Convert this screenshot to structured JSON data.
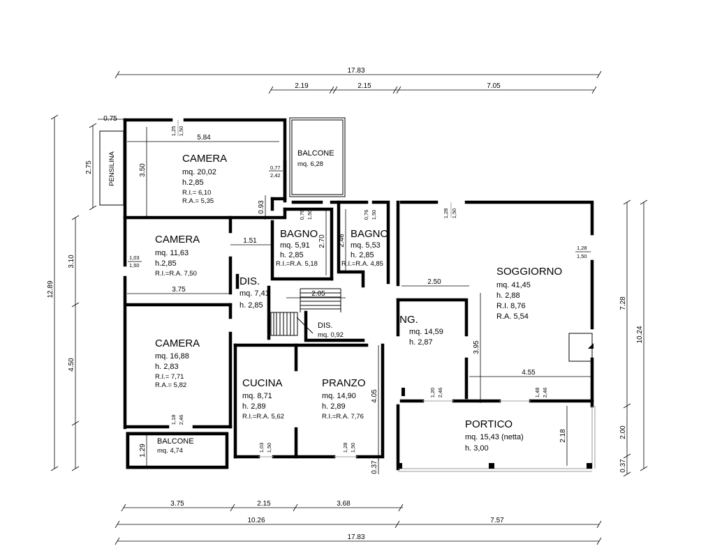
{
  "rooms": {
    "camera1": {
      "name": "CAMERA",
      "area": "mq. 20,02",
      "height": "h.2,85",
      "ri": "R.I.= 6,10",
      "ra": "R.A.= 5,35"
    },
    "camera2": {
      "name": "CAMERA",
      "area": "mq. 11,63",
      "height": "h.2,85",
      "rira": "R.I.=R.A. 7,50"
    },
    "camera3": {
      "name": "CAMERA",
      "area": "mq. 16,88",
      "height": "h. 2,83",
      "ri": "R.I.= 7,71",
      "ra": "R.A.= 5,82"
    },
    "balcone1": {
      "name": "BALCONE",
      "area": "mq. 6,28"
    },
    "balcone2": {
      "name": "BALCONE",
      "area": "mq. 4,74"
    },
    "pensilina": {
      "name": "PENSILINA"
    },
    "bagno1": {
      "name": "BAGNO",
      "area": "mq. 5,91",
      "height": "h. 2,85",
      "rira": "R.I.=R.A. 5,18"
    },
    "bagno2": {
      "name": "BAGNO",
      "area": "mq. 5,53",
      "height": "h. 2,85",
      "rira": "R.I.=R.A. 4,85"
    },
    "dis1": {
      "name": "DIS.",
      "area": "mq. 7,41",
      "height": "h. 2,85"
    },
    "dis2": {
      "name": "DIS.",
      "area": "mq. 0,92"
    },
    "soggiorno": {
      "name": "SOGGIORNO",
      "area": "mq. 41,45",
      "height": "h. 2,88",
      "ri": "R.I. 8,76",
      "ra": "R.A. 5,54"
    },
    "ing": {
      "name": "ING.",
      "area": "mq. 14,59",
      "height": "h. 2,87"
    },
    "cucina": {
      "name": "CUCINA",
      "area": "mq. 8,71",
      "height": "h. 2,89",
      "rira": "R.I.=R.A. 5,62"
    },
    "pranzo": {
      "name": "PRANZO",
      "area": "mq. 14,90",
      "height": "h. 2,89",
      "rira": "R.I.=R.A. 7,76"
    },
    "portico": {
      "name": "PORTICO",
      "area": "mq. 15,43 (netta)",
      "height": "h. 3,00"
    }
  },
  "dimensions": {
    "top_total": "17.83",
    "top_a": "2.19",
    "top_b": "2.15",
    "top_c": "7.05",
    "bottom_a": "3.75",
    "bottom_b": "2.15",
    "bottom_c": "3.68",
    "bottom_d": "10.26",
    "bottom_e": "7.57",
    "bottom_total": "17.83",
    "left_total": "12.89",
    "left_a": "3.10",
    "left_b": "4.50",
    "pensilina_h": "2.75",
    "pensilina_w": "0.75",
    "right_a": "7.28",
    "right_b": "10.24",
    "right_c": "2.00",
    "right_d": "0.37",
    "camera1_w": "5.84",
    "camera1_h": "3.50",
    "camera2_w": "3.75",
    "corr_w": "1.51",
    "bagno_a": "0.93",
    "bagno_b": "2.70",
    "bagno_c": "2.46",
    "dis_w": "2.05",
    "ing_w": "2.50",
    "sog_h": "3.95",
    "sog_w": "4.55",
    "portico_h": "2.18",
    "pranzo_h": "4.05",
    "bottom_small": "0.37",
    "balcone2_h": "1.29"
  },
  "windows": {
    "w1a": "1,25",
    "w1b": "1,50",
    "w2a": "0,77",
    "w2b": "2,42",
    "w3a": "0,76",
    "w3b": "1,50",
    "w4a": "0,76",
    "w4b": "1,50",
    "w5a": "1,28",
    "w5b": "1,50",
    "w6a": "1,28",
    "w6b": "1,50",
    "w7a": "1,03",
    "w7b": "1,50",
    "w8a": "1,18",
    "w8b": "2,46",
    "w9a": "1,03",
    "w9b": "1,50",
    "w10a": "1,28",
    "w10b": "1,50",
    "w11a": "1,20",
    "w11b": "2,46",
    "w12a": "1,48",
    "w12b": "2,46"
  }
}
